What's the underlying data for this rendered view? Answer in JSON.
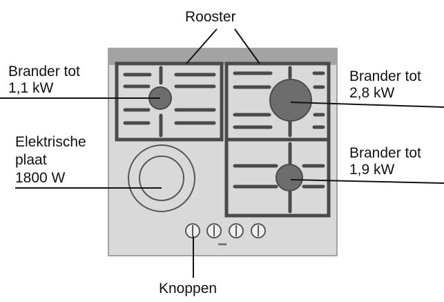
{
  "labels": {
    "rooster": "Rooster",
    "burner_small_line1": "Brander tot",
    "burner_small_line2": "1,1 kW",
    "burner_large_line1": "Brander tot",
    "burner_large_line2": "2,8 kW",
    "burner_medium_line1": "Brander tot",
    "burner_medium_line2": "1,9 kW",
    "plate_line1": "Elektrische",
    "plate_line2": "plaat",
    "plate_line3": "1800 W",
    "knobs": "Knoppen"
  },
  "colors": {
    "hob": "#d9d9d9",
    "hob_back": "#9c9c9c",
    "grate": "#4a4a4a",
    "burner": "#6d6d6d",
    "knob": "#efefef"
  },
  "icons": {
    "knob": "rotary-knob-icon"
  }
}
